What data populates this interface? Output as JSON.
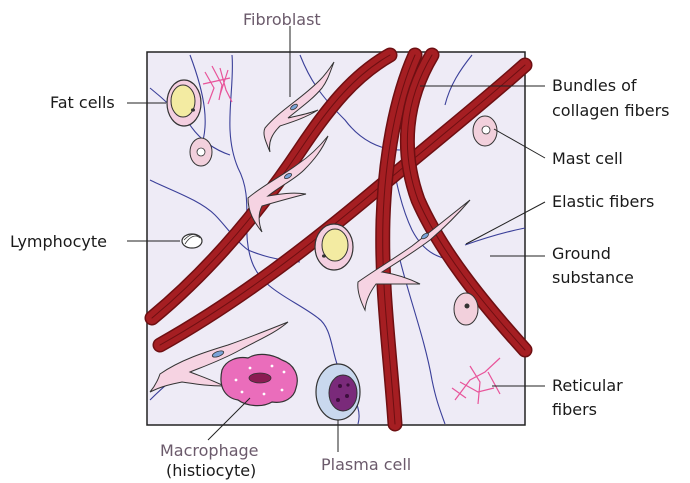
{
  "labels": {
    "fibroblast": "Fibroblast",
    "fat_cells": "Fat cells",
    "lymphocyte": "Lymphocyte",
    "bundles_line1": "Bundles of",
    "bundles_line2": "collagen fibers",
    "mast_cell": "Mast cell",
    "elastic_fibers": "Elastic fibers",
    "ground_line1": "Ground",
    "ground_line2": "substance",
    "reticular_line1": "Reticular",
    "reticular_line2": "fibers",
    "macrophage_line1": "Macrophage",
    "macrophage_line2": "(histiocyte)",
    "plasma_cell": "Plasma cell"
  },
  "colors": {
    "ground": "#eeebf6",
    "collagen": "#a51e22",
    "collagen_dark": "#6e0f12",
    "elastic": "#3a3f99",
    "reticular": "#e8549a",
    "fibroblast": "#f6d3e2",
    "fat_fill": "#f3eba2",
    "mast": "#f2d0dc",
    "macrophage": "#ea6dbb",
    "plasma": "#c9d8ee",
    "plasma_nucleus": "#7a2a7a"
  }
}
